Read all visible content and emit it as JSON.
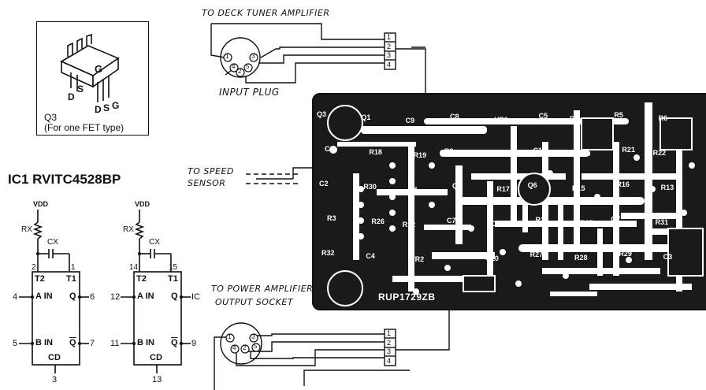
{
  "q3_box": {
    "title": "Q3",
    "subtitle": "(For one FET type)",
    "pins_left": [
      "D",
      "S"
    ],
    "pins_right": [
      "D",
      "S",
      "G"
    ],
    "gate_label": "G"
  },
  "ic1": {
    "title": "IC1 RVITC4528BP",
    "left": {
      "vdd": "VDD",
      "rx": "RX",
      "cx": "CX",
      "pin_t2": "2",
      "pin_t1": "1",
      "t2": "T2",
      "t1": "T1",
      "a_in": "A IN",
      "b_in": "B IN",
      "q": "Q",
      "qbar": "Q",
      "cd": "CD",
      "pin_a": "4",
      "pin_b": "5",
      "pin_q": "6",
      "pin_qbar": "7",
      "pin_cd": "3"
    },
    "right": {
      "vdd": "VDD",
      "rx": "RX",
      "cx": "CX",
      "pin_t2": "14",
      "pin_t1": "15",
      "t2": "T2",
      "t1": "T1",
      "a_in": "A IN",
      "b_in": "B IN",
      "q": "Q",
      "qbar": "Q",
      "cd": "CD",
      "pin_a": "12",
      "pin_b": "11",
      "pin_q": "IC",
      "pin_qbar": "9",
      "pin_cd": "13"
    }
  },
  "labels": {
    "deck_tuner": "TO DECK TUNER AMPLIFIER",
    "input_plug": "INPUT PLUG",
    "speed_sensor_1": "TO SPEED",
    "speed_sensor_2": "SENSOR",
    "power_amp_1": "TO POWER AMPLIFIER",
    "power_amp_2": "OUTPUT SOCKET",
    "board_id": "RUP1729ZB"
  },
  "connector_top": [
    "1",
    "2",
    "3",
    "4"
  ],
  "connector_bottom": [
    "1",
    "2",
    "3",
    "4"
  ],
  "din_top_pins": [
    "1",
    "2",
    "3",
    "4",
    "5"
  ],
  "din_bottom_pins": [
    "1",
    "2",
    "3",
    "4",
    "5"
  ],
  "pcb_parts": [
    "Q3",
    "Q1",
    "C9",
    "C8",
    "VR1",
    "C5",
    "R4",
    "R5",
    "R6",
    "C1",
    "R18",
    "R19",
    "R9",
    "TH1",
    "C11",
    "R20",
    "R21",
    "R22",
    "C2",
    "R30",
    "Q4",
    "Q5",
    "R17",
    "Q6",
    "R15",
    "R16",
    "R13",
    "R3",
    "R26",
    "R12",
    "C7",
    "C27",
    "R23",
    "R25",
    "Q7",
    "R31",
    "R32",
    "C4",
    "VR2",
    "VR3",
    "C10",
    "R27",
    "R28",
    "R29",
    "C3"
  ]
}
